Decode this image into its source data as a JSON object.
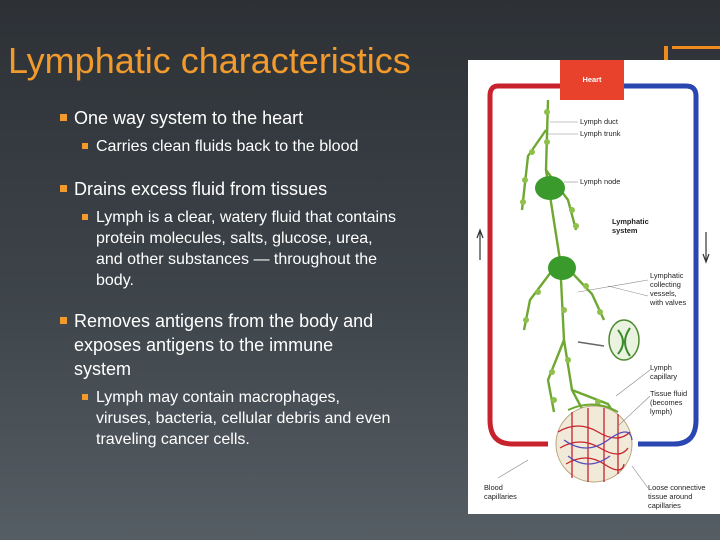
{
  "slide": {
    "title": "Lymphatic characteristics",
    "accent_color": "#f39a2c"
  },
  "bullets": [
    {
      "text": "One way system to the heart",
      "sub": [
        "Carries clean fluids back to the blood"
      ]
    },
    {
      "text": "Drains excess fluid from tissues",
      "sub": [
        "Lymph is a clear, watery fluid that contains protein molecules, salts, glucose, urea, and other substances — throughout the body."
      ]
    },
    {
      "text": "Removes antigens from the body and exposes antigens to the immune system",
      "sub": [
        "Lymph  may contain macrophages, viruses, bacteria, cellular debris and even traveling cancer cells."
      ]
    }
  ],
  "diagram": {
    "heart": "Heart",
    "lymph_duct": "Lymph duct",
    "lymph_trunk": "Lymph trunk",
    "lymph_node": "Lymph node",
    "lymphatic_system": [
      "Lymphatic",
      "system"
    ],
    "collecting_vessels": [
      "Lymphatic",
      "collecting",
      "vessels,",
      "with valves"
    ],
    "lymph_capillary": [
      "Lymph",
      "capillary"
    ],
    "tissue_fluid": [
      "Tissue fluid",
      "(becomes",
      "lymph)"
    ],
    "blood_capillaries": [
      "Blood",
      "capillaries"
    ],
    "loose_connective": [
      "Loose connective",
      "tissue around",
      "capillaries"
    ]
  }
}
